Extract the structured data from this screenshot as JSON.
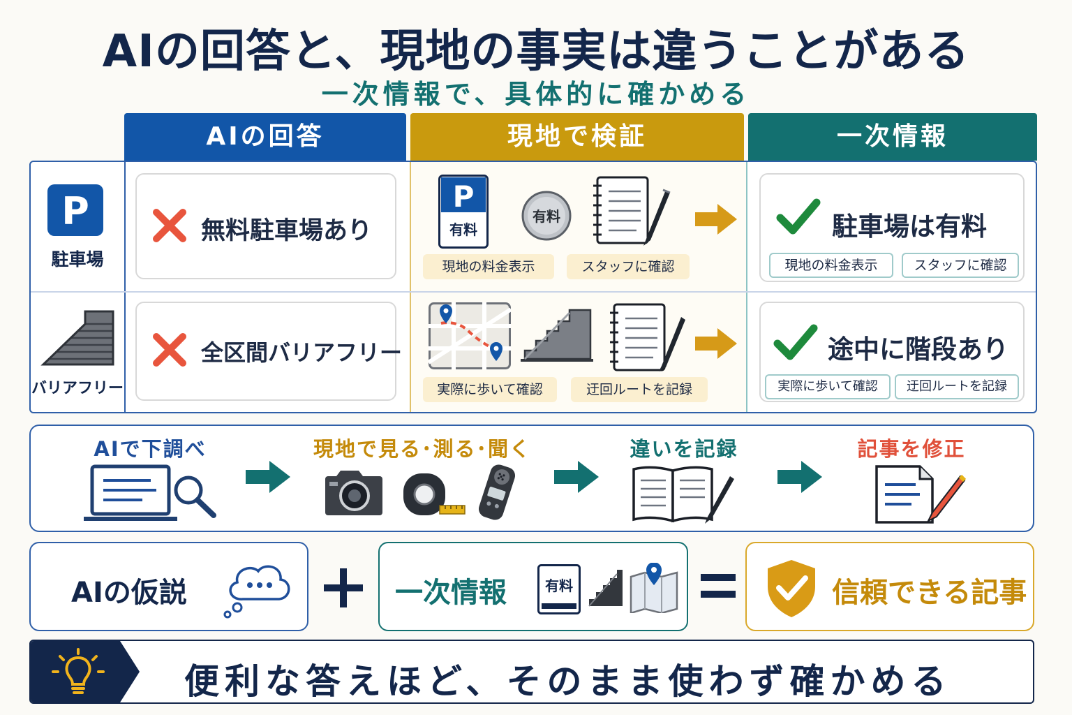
{
  "title": "AIの回答と、現地の事実は違うことがある",
  "subtitle": "一次情報で、具体的に確かめる",
  "columns": {
    "ai": "AIの回答",
    "verify": "現地で検証",
    "primary": "一次情報"
  },
  "rows": [
    {
      "label": "駐車場",
      "icon_text": "P",
      "ai_claim": "無料駐車場あり",
      "sign_text": "有料",
      "coin_text": "有料",
      "verify_chips": [
        "現地の料金表示",
        "スタッフに確認"
      ],
      "fact": "駐車場は有料",
      "fact_chips": [
        "現地の料金表示",
        "スタッフに確認"
      ]
    },
    {
      "label": "バリアフリー",
      "ai_claim": "全区間バリアフリー",
      "verify_chips": [
        "実際に歩いて確認",
        "迂回ルートを記録"
      ],
      "fact": "途中に階段あり",
      "fact_chips": [
        "実際に歩いて確認",
        "迂回ルートを記録"
      ]
    }
  ],
  "process": [
    {
      "label": "AIで下調べ",
      "color": "#1f4e9a"
    },
    {
      "label": "現地で見る･測る･聞く",
      "color": "#c48a0a"
    },
    {
      "label": "違いを記録",
      "color": "#137070"
    },
    {
      "label": "記事を修正",
      "color": "#e0503a"
    }
  ],
  "equation": {
    "hypothesis": "AIの仮説",
    "primary": "一次情報",
    "primary_sign": "有料",
    "result": "信頼できる記事"
  },
  "banner": "便利な答えほど、そのまま使わず確かめる",
  "colors": {
    "navy": "#13264a",
    "blue": "#1256a8",
    "gold": "#c99a0e",
    "teal": "#137070",
    "red": "#e8553d",
    "green": "#1e8a3c"
  }
}
